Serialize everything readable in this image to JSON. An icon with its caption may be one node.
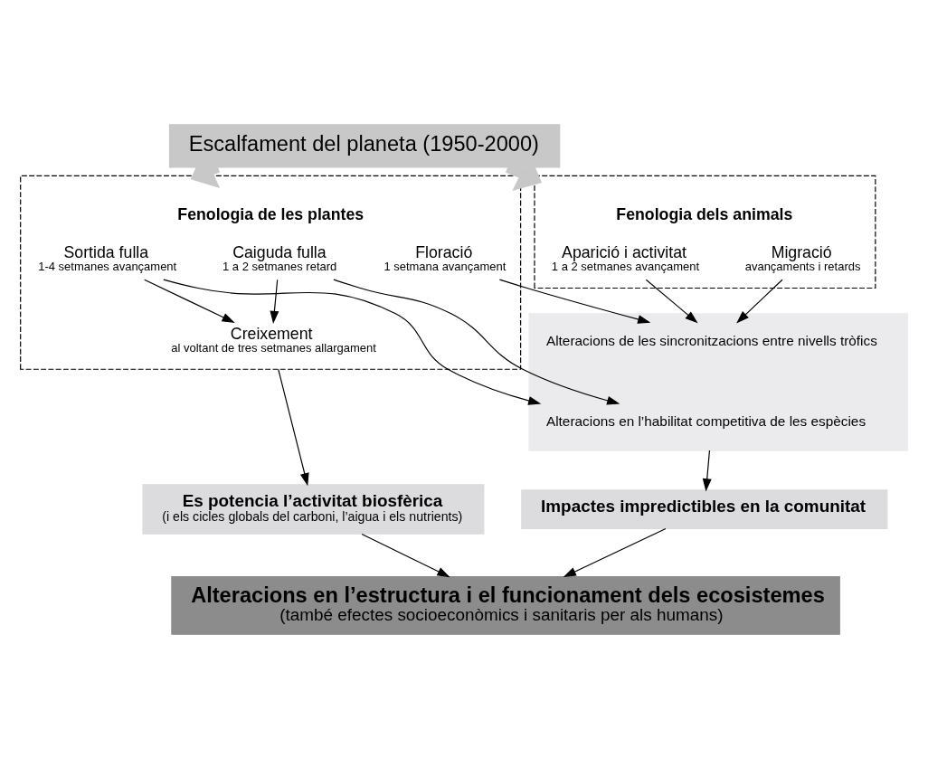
{
  "diagram": {
    "nodes": [
      {
        "text": [
          "Escalfament del planeta (1950-2000)"
        ]
      },
      {
        "text": [
          "Fenologia de les plantes"
        ]
      },
      {
        "text": [
          "Sortida fulla",
          "1-4 setmanes avançament"
        ],
        "in": 1
      },
      {
        "text": [
          "Caiguda fulla",
          "1 a 2 setmanes retard"
        ],
        "in": 1
      },
      {
        "text": [
          "Floració",
          "1 setmana avançament"
        ],
        "in": 1
      },
      {
        "text": [
          "Creixement",
          "al voltant de tres setmanes allargament"
        ],
        "in": 1
      },
      {
        "text": [
          "Fenologia dels animals"
        ]
      },
      {
        "text": [
          "Aparició i activitat",
          "1 a 2 setmanes avançament"
        ],
        "in": 6
      },
      {
        "text": [
          "Migració",
          "avançaments i retards"
        ],
        "in": 6
      },
      {
        "text": [],
        "shape": "box"
      },
      {
        "text": [
          "Alteracions de les sincronitzacions entre nivells tròfics"
        ],
        "in": 9
      },
      {
        "text": [
          "Alteracions en l’habilitat competitiva de les espècies"
        ],
        "in": 9
      },
      {
        "text": [
          "Es potencia l’activitat biosfèrica",
          "(i els cicles globals del carboni, l’aigua i els nutrients)"
        ]
      },
      {
        "text": [
          "Impactes impredictibles en la comunitat"
        ]
      },
      {
        "text": [
          "Alteracions en l’estructura i el funcionament dels ecosistemes",
          "(també efectes socioeconòmics i sanitaris per als humans)"
        ]
      }
    ],
    "edges": [
      {
        "from": 0,
        "to": 1,
        "arrow": "to",
        "style": "thick",
        "color": "#c8c8c8"
      },
      {
        "from": 0,
        "to": 6,
        "arrow": "to",
        "style": "thick",
        "color": "#c8c8c8"
      },
      {
        "from": 2,
        "to": 5,
        "arrow": "to"
      },
      {
        "from": 2,
        "to": 11,
        "arrow": "to"
      },
      {
        "from": 3,
        "to": 5,
        "arrow": "to"
      },
      {
        "from": 3,
        "to": 11,
        "arrow": "to"
      },
      {
        "from": 4,
        "to": 10,
        "arrow": "to"
      },
      {
        "from": 7,
        "to": 10,
        "arrow": "to"
      },
      {
        "from": 8,
        "to": 10,
        "arrow": "to"
      },
      {
        "from": 1,
        "to": 12,
        "arrow": "to"
      },
      {
        "from": 9,
        "to": 13,
        "arrow": "to"
      },
      {
        "from": 12,
        "to": 14,
        "arrow": "to"
      },
      {
        "from": 13,
        "to": 14,
        "arrow": "to"
      }
    ]
  }
}
